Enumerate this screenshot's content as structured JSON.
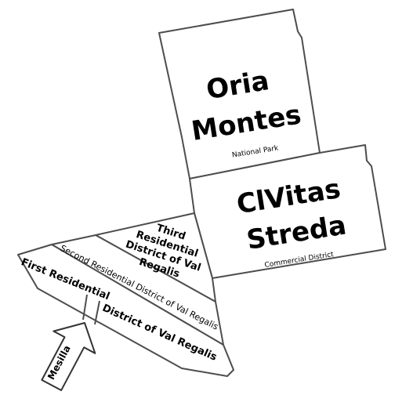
{
  "regions": {
    "oria_montes": {
      "line1": "Oria",
      "line2": "Montes",
      "subtitle": "National Park"
    },
    "civitas_streda": {
      "line1": "ClVitas",
      "line2": "Streda",
      "subtitle": "Commercial District"
    },
    "third_residential": {
      "line1": "Third",
      "line2": "Residential",
      "line3": "District of Val",
      "line4": "Regalis"
    },
    "second_residential": {
      "label": "Second Residential District of Val Regalis"
    },
    "first_residential": {
      "label_part1": "First Residential",
      "label_part2": "District of Val Regalis"
    }
  },
  "markers": {
    "mesilla": {
      "label": "Mesilla"
    }
  }
}
